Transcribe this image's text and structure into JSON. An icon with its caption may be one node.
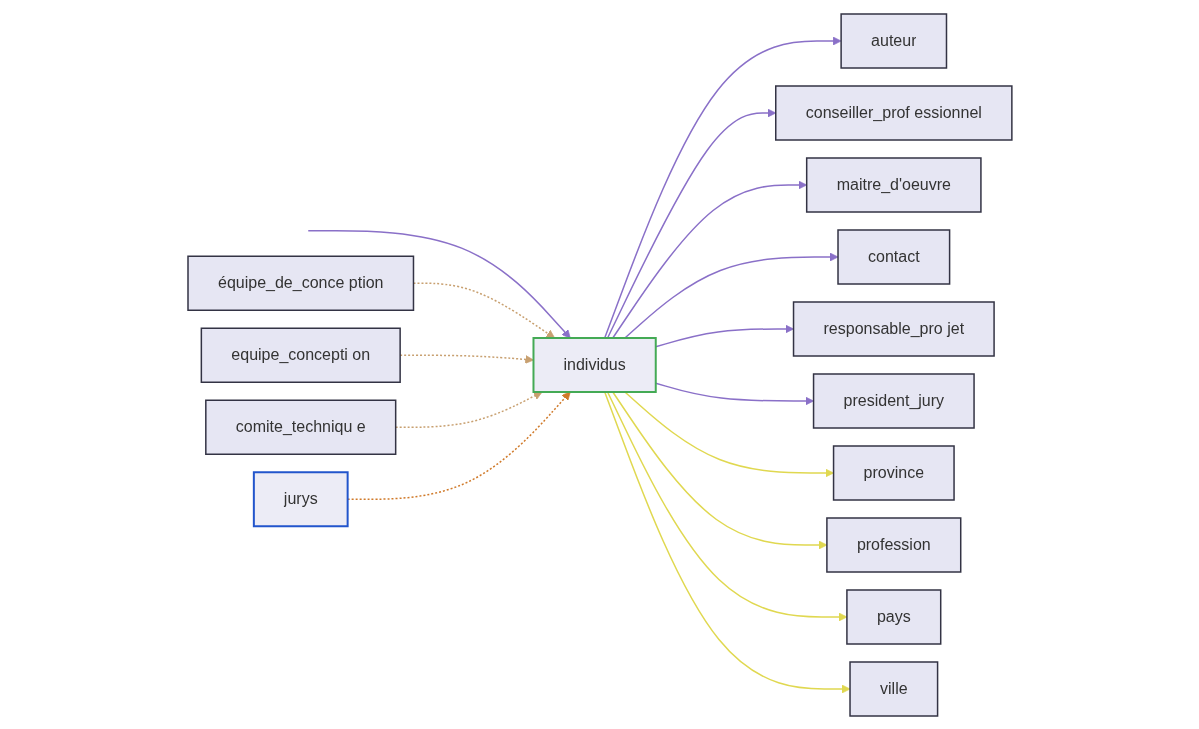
{
  "diagram": {
    "nodes": [
      {
        "text": [
          "individus"
        ]
      },
      {
        "text": [
          "auteur"
        ]
      },
      {
        "text": [
          "conseiller_prof essionnel"
        ]
      },
      {
        "text": [
          "maitre_d'oeuvre"
        ]
      },
      {
        "text": [
          "contact"
        ]
      },
      {
        "text": [
          "responsable_pro jet"
        ]
      },
      {
        "text": [
          "president_jury"
        ]
      },
      {
        "text": [
          "équipe_de_conce ption"
        ]
      },
      {
        "text": [
          "equipe_concepti on"
        ]
      },
      {
        "text": [
          "comite_techniqu e"
        ]
      },
      {
        "text": [
          "jurys"
        ]
      },
      {
        "text": [
          "province"
        ]
      },
      {
        "text": [
          "profession"
        ]
      },
      {
        "text": [
          "pays"
        ]
      },
      {
        "text": [
          "ville"
        ]
      }
    ],
    "edges": [
      {
        "from": null,
        "to": 0,
        "arrow": "to"
      },
      {
        "from": 0,
        "to": 1,
        "arrow": "to"
      },
      {
        "from": 0,
        "to": 2,
        "arrow": "to"
      },
      {
        "from": 0,
        "to": 3,
        "arrow": "to"
      },
      {
        "from": 0,
        "to": 4,
        "arrow": "to"
      },
      {
        "from": 0,
        "to": 5,
        "arrow": "to"
      },
      {
        "from": 0,
        "to": 6,
        "arrow": "to"
      },
      {
        "from": 7,
        "to": 0,
        "arrow": "to",
        "style": "dashed",
        "color": "#c8a070"
      },
      {
        "from": 8,
        "to": 0,
        "arrow": "to",
        "style": "dashed",
        "color": "#c8a070"
      },
      {
        "from": 9,
        "to": 0,
        "arrow": "to",
        "style": "dashed",
        "color": "#c8a070"
      },
      {
        "from": 10,
        "to": 0,
        "arrow": "to",
        "style": "dashed",
        "color": "#d07a2a"
      },
      {
        "from": 0,
        "to": 11,
        "arrow": "to",
        "color": "#e0d850"
      },
      {
        "from": 0,
        "to": 12,
        "arrow": "to",
        "color": "#e0d850"
      },
      {
        "from": 0,
        "to": 13,
        "arrow": "to",
        "color": "#e0d850"
      },
      {
        "from": 0,
        "to": 14,
        "arrow": "to",
        "color": "#e0d850"
      }
    ]
  }
}
